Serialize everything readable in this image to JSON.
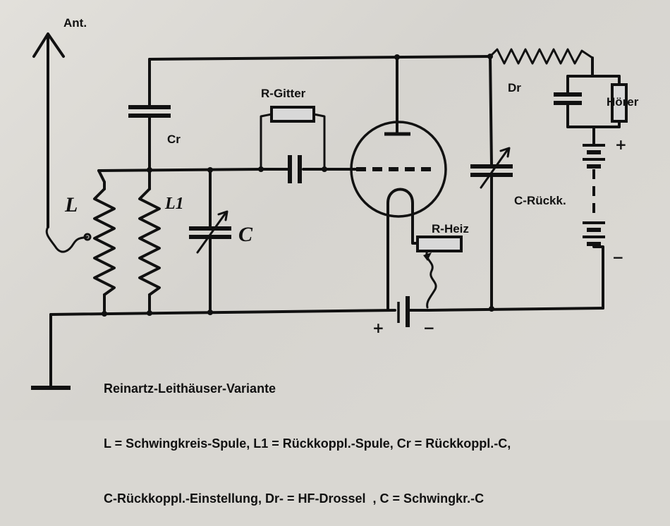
{
  "labels": {
    "antenna": "Ant.",
    "coil_l": "L",
    "coil_l1": "L1",
    "cap_cr": "Cr",
    "cap_c": "C",
    "resistor_grid": "R-Gitter",
    "choke": "Dr",
    "headphones": "Hörer",
    "cap_feedback": "C-Rückk.",
    "resistor_heater": "R-Heiz",
    "plus": "+",
    "minus": "−"
  },
  "caption": {
    "line1": "Reinartz-Leithäuser-Variante",
    "line2": "L = Schwingkreis-Spule, L1 = Rückkoppl.-Spule, Cr = Rückkoppl.-C,",
    "line3": "C-Rückkoppl.-Einstellung, Dr- = HF-Drossel  , C = Schwingkr.-C"
  },
  "colors": {
    "ink": "#111111",
    "paper": "#dcdad5",
    "resistor_fill": "#d8d8d8"
  }
}
